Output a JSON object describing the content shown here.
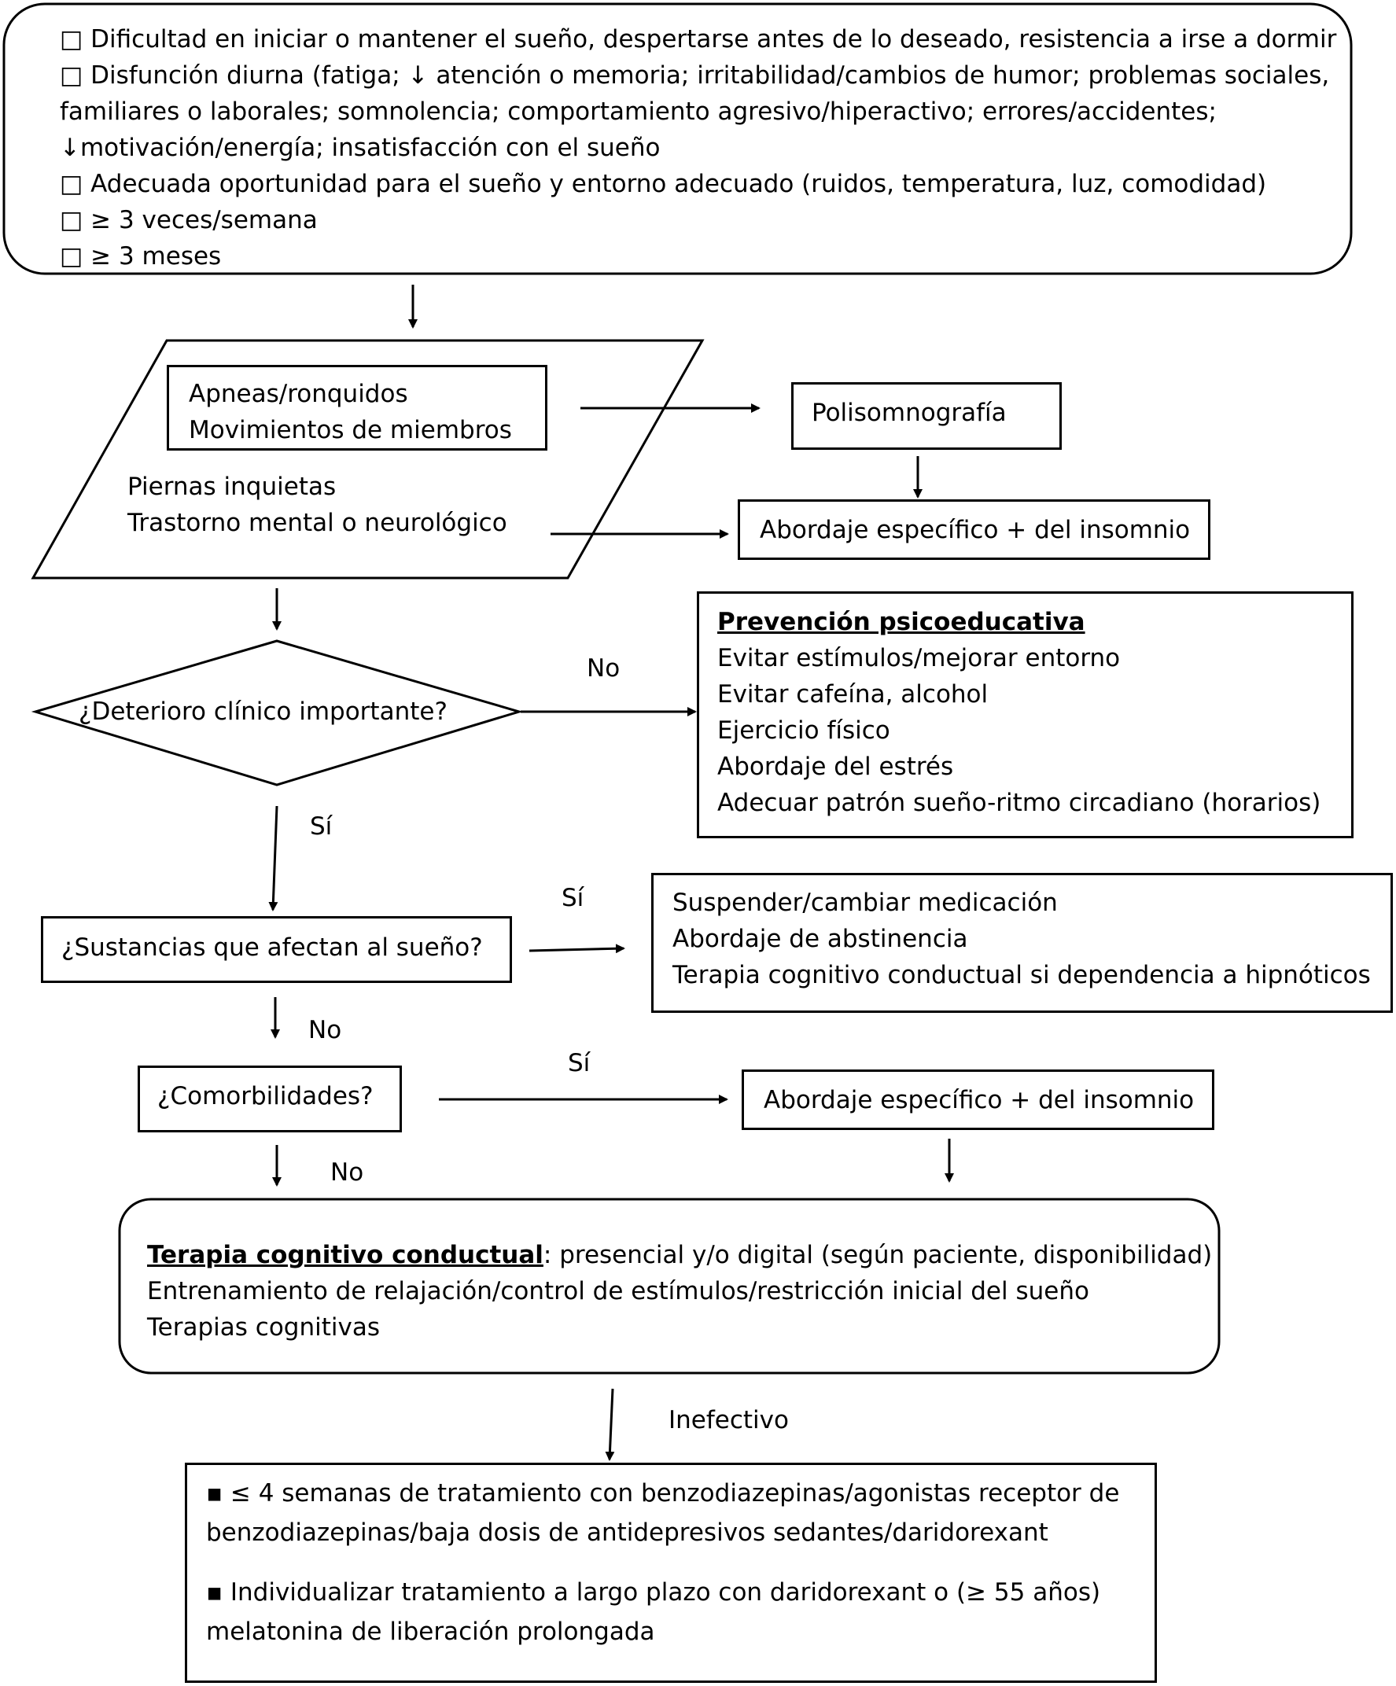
{
  "criteria": {
    "line1": "□ Dificultad en iniciar o mantener el sueño, despertarse antes de lo deseado, resistencia a irse a dormir",
    "line2": "□ Disfunción diurna (fatiga; ↓ atención o memoria; irritabilidad/cambios de humor; problemas sociales,",
    "line3": "familiares o laborales; somnolencia; comportamiento agresivo/hiperactivo; errores/accidentes;",
    "line4": "↓motivación/energía; insatisfacción con el sueño",
    "line5": "□ Adecuada oportunidad para el sueño y entorno adecuado (ruidos, temperatura, luz, comodidad)",
    "line6": "□ ≥ 3 veces/semana",
    "line7": "□ ≥ 3 meses"
  },
  "screening": {
    "inner1": "Apneas/ronquidos",
    "inner2": "Movimientos de miembros",
    "other1": "Piernas inquietas",
    "other2": "Trastorno mental o neurológico"
  },
  "polysomnography": "Polisomnografía",
  "specific_1": "Abordaje específico + del insomnio",
  "decision_deterioro": "¿Deterioro clínico importante?",
  "label_no_1": "No",
  "label_si_1": "Sí",
  "prevention": {
    "title": "Prevención psicoeducativa",
    "items": [
      "Evitar estímulos/mejorar entorno",
      "Evitar cafeína, alcohol",
      "Ejercicio físico",
      "Abordaje del estrés",
      "Adecuar patrón sueño-ritmo circadiano (horarios)"
    ]
  },
  "decision_sustancias": "¿Sustancias que afectan al sueño?",
  "label_si_2": "Sí",
  "substances_action": [
    "Suspender/cambiar medicación",
    "Abordaje de abstinencia",
    "Terapia cognitivo conductual si dependencia a hipnóticos"
  ],
  "label_no_2": "No",
  "decision_comorbilidades": "¿Comorbilidades?",
  "label_si_3": "Sí",
  "specific_2": "Abordaje específico + del insomnio",
  "label_no_3": "No",
  "tcc": {
    "title": "Terapia cognitivo conductual",
    "title_rest": ": presencial y/o digital (según paciente, disponibilidad)",
    "line2": "Entrenamiento de relajación/control de estímulos/restricción inicial del sueño",
    "line3": "Terapias cognitivas"
  },
  "label_inefectivo": "Inefectivo",
  "pharma": {
    "b1_line1": "▪ ≤ 4 semanas de tratamiento con benzodiazepinas/agonistas receptor de",
    "b1_line2": "benzodiazepinas/baja dosis de antidepresivos sedantes/daridorexant",
    "b2_line1": "▪ Individualizar tratamiento a largo plazo con daridorexant o (≥ 55 años)",
    "b2_line2": "melatonina de liberación prolongada"
  }
}
